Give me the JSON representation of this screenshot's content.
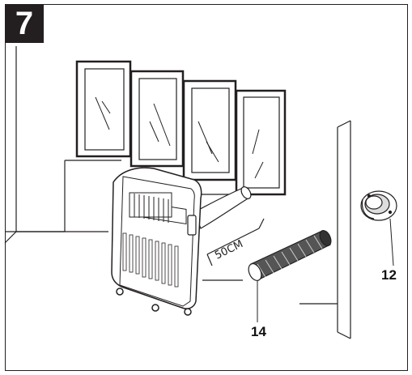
{
  "step": {
    "number": "7"
  },
  "dimension": {
    "text": "50CM"
  },
  "callouts": [
    {
      "id": "14",
      "text": "14",
      "part": "exhaust-hose"
    },
    {
      "id": "12",
      "text": "12",
      "part": "wall-adapter"
    }
  ],
  "colors": {
    "line": "#231f20",
    "badge": "#231f20",
    "badge_text": "#ffffff",
    "background": "#ffffff"
  }
}
